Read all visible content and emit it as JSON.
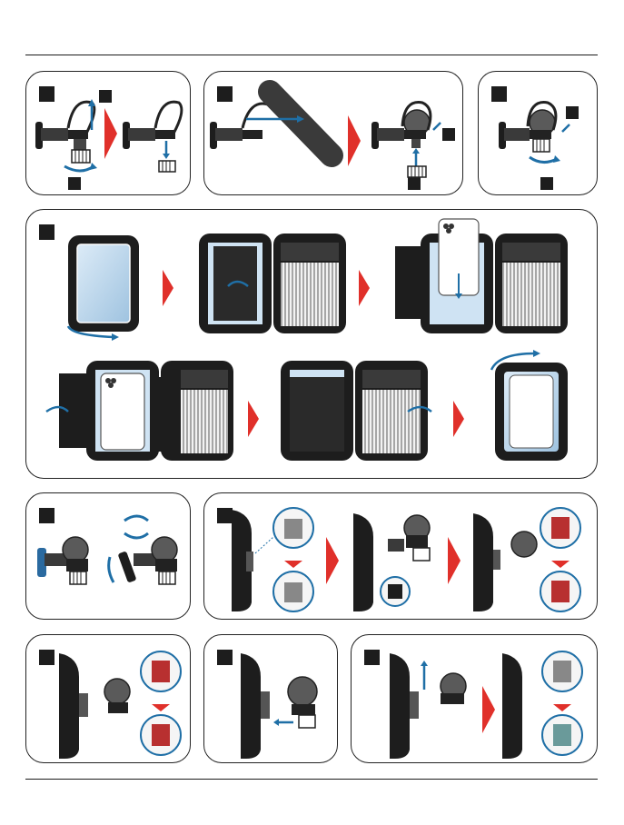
{
  "page": {
    "background": "#ffffff"
  },
  "colors": {
    "accent_red": "#e0302a",
    "arrow_blue": "#1f6fa6",
    "device_black": "#1d1d1d",
    "screen_blue": "#cfe3f3",
    "hatch_grey": "#8a8a8a"
  },
  "icons": [
    "arrow-right-red-icon",
    "arrow-down-red-icon",
    "rotate-arrow-icon",
    "straight-arrow-icon",
    "step-marker-icon"
  ],
  "panels": [
    {
      "step": "handlebar-mount-disassembly"
    },
    {
      "step": "handlebar-mount-attach"
    },
    {
      "step": "handlebar-mount-tighten"
    },
    {
      "step": "insert-phone-into-case"
    },
    {
      "step": "adjust-angle"
    },
    {
      "step": "attach-case-to-mount"
    },
    {
      "step": "lock-clip"
    },
    {
      "step": "tighten-case-screw"
    },
    {
      "step": "release-case"
    }
  ]
}
